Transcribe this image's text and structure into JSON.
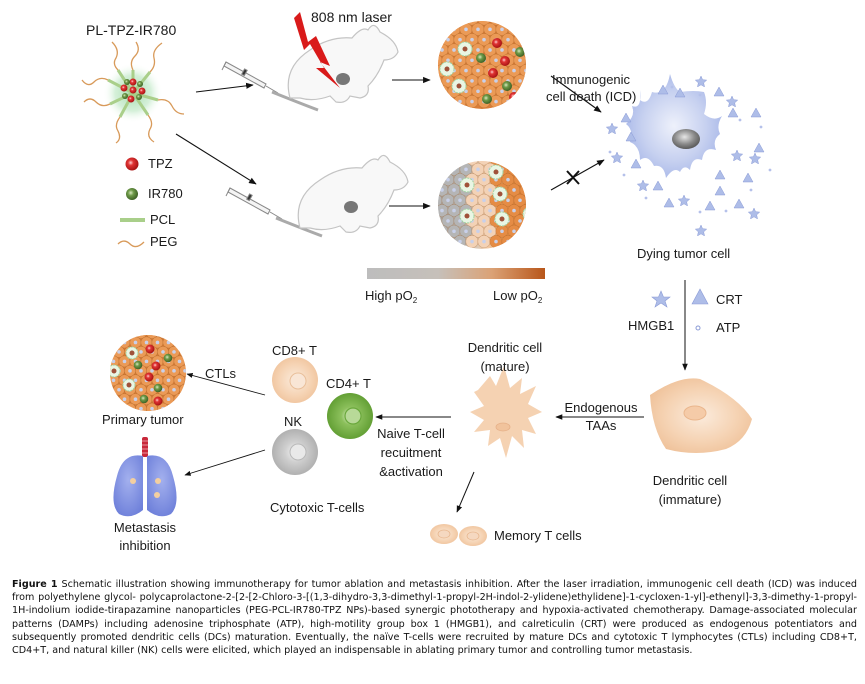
{
  "figure": {
    "nanoparticle": {
      "title": "PL-TPZ-IR780"
    },
    "legend": [
      {
        "icon": "red-sphere-icon",
        "label": "TPZ",
        "color": "#d42a2a"
      },
      {
        "icon": "green-sphere-icon",
        "label": "IR780",
        "color": "#5e8a3a"
      },
      {
        "icon": "green-bar-icon",
        "label": "PCL",
        "color": "#a9cf8a"
      },
      {
        "icon": "orange-wave-icon",
        "label": "PEG",
        "color": "#d89a5a"
      }
    ],
    "laser_label": "808 nm laser",
    "icd_label_line1": "Immunogenic",
    "icd_label_line2": "cell death (ICD)",
    "dying_tumor_cell": "Dying tumor cell",
    "oxygen_scale": {
      "high": "High pO",
      "low": "Low pO",
      "subscript": "2",
      "gradient_start": "#bdbdbd",
      "gradient_end": "#b8561a"
    },
    "damps": {
      "hmgb1": "HMGB1",
      "crt": "CRT",
      "atp": "ATP"
    },
    "dc_immature_line1": "Dendritic cell",
    "dc_immature_line2": "(immature)",
    "endogenous_line1": "Endogenous",
    "endogenous_line2": "TAAs",
    "dc_mature_line1": "Dendritic cell",
    "dc_mature_line2": "(mature)",
    "naive_line1": "Naive T-cell",
    "naive_line2": "recuitment",
    "naive_line3": "&activation",
    "cd8": "CD8+ T",
    "cd4": "CD4+ T",
    "nk": "NK",
    "cytotoxic": "Cytotoxic T-cells",
    "memory": "Memory T cells",
    "ctls": "CTLs",
    "primary_tumor": "Primary tumor",
    "metastasis_line1": "Metastasis",
    "metastasis_line2": "inhibition",
    "colors": {
      "tumor_orange": "#e8944a",
      "dying_cell_blue": "#aebde8",
      "dc_peach": "#f2c8a4",
      "cd4_green": "#6aa83c",
      "nk_gray": "#bdbdbd",
      "lung_blue": "#7f8fe0",
      "laser_red": "#d91a1a"
    }
  },
  "caption": {
    "label": "Figure 1",
    "text": "Schematic illustration showing immunotherapy for tumor ablation and metastasis inhibition. After the laser irradiation, immunogenic cell death (ICD) was induced from polyethylene glycol- polycaprolactone-2-[2-[2-Chloro-3-[(1,3-dihydro-3,3-dimethyl-1-propyl-2H-indol-2-ylidene)ethylidene]-1-cycloxen-1-yl]-ethenyl]-3,3-dimethy-1-propyl-1H-indolium iodide-tirapazamine nanoparticles (PEG-PCL-IR780-TPZ NPs)-based synergic phototherapy and hypoxia-activated chemotherapy. Damage-associated molecular patterns (DAMPs) including adenosine triphosphate (ATP), high-motility group box 1 (HMGB1), and calreticulin (CRT) were produced as endogenous potentiators and subsequently promoted dendritic cells (DCs) maturation. Eventually, the naïve T-cells were recruited by mature DCs and cytotoxic T lymphocytes (CTLs) including CD8+T, CD4+T, and natural killer (NK) cells were elicited, which played an indispensable in ablating primary tumor and controlling tumor metastasis."
  }
}
